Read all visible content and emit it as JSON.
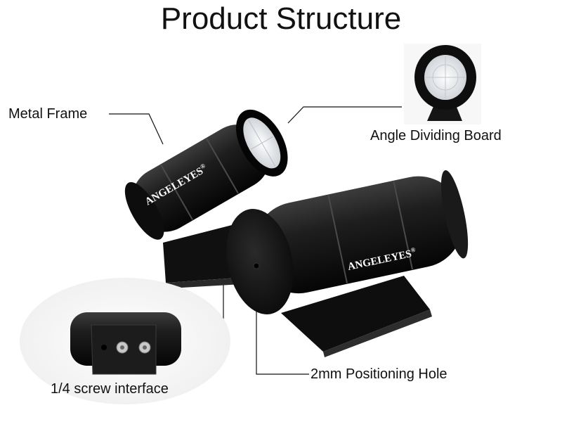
{
  "title": "Product Structure",
  "labels": {
    "metal_frame": "Metal Frame",
    "angle_dividing_board": "Angle Dividing Board",
    "positioning_hole": "2mm Positioning Hole",
    "screw_interface": "1/4 screw interface"
  },
  "brand": {
    "name": "ANGELEYES",
    "mark": "®"
  },
  "colors": {
    "body": "#1a1a1a",
    "highlight": "#3a3a3a",
    "lens": "#e9ecef",
    "leader": "#111111"
  }
}
